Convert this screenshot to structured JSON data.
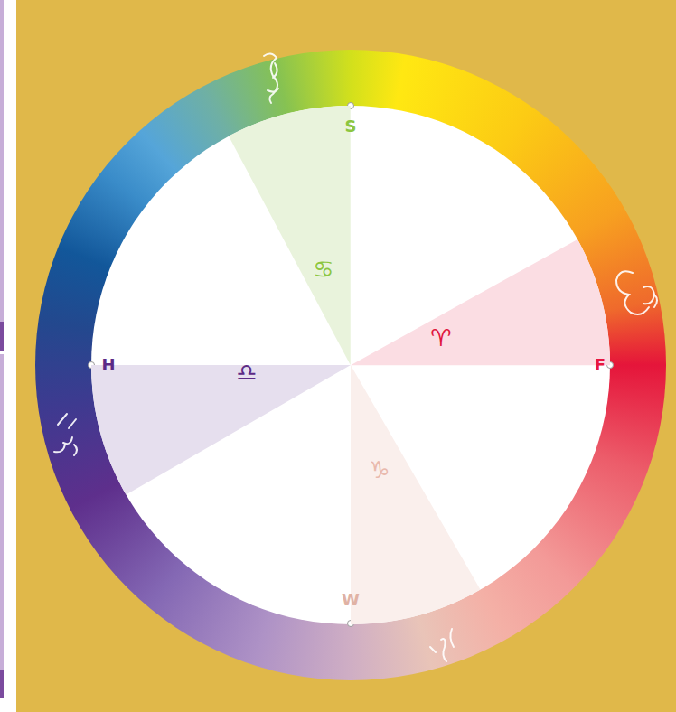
{
  "diagram": {
    "nodes": [
      {
        "text": [
          "♋"
        ]
      },
      {
        "text": [
          "♈"
        ]
      },
      {
        "text": [
          "♎"
        ]
      },
      {
        "text": [
          "♑"
        ]
      }
    ],
    "labels": [
      "S",
      "F",
      "H",
      "W"
    ]
  }
}
